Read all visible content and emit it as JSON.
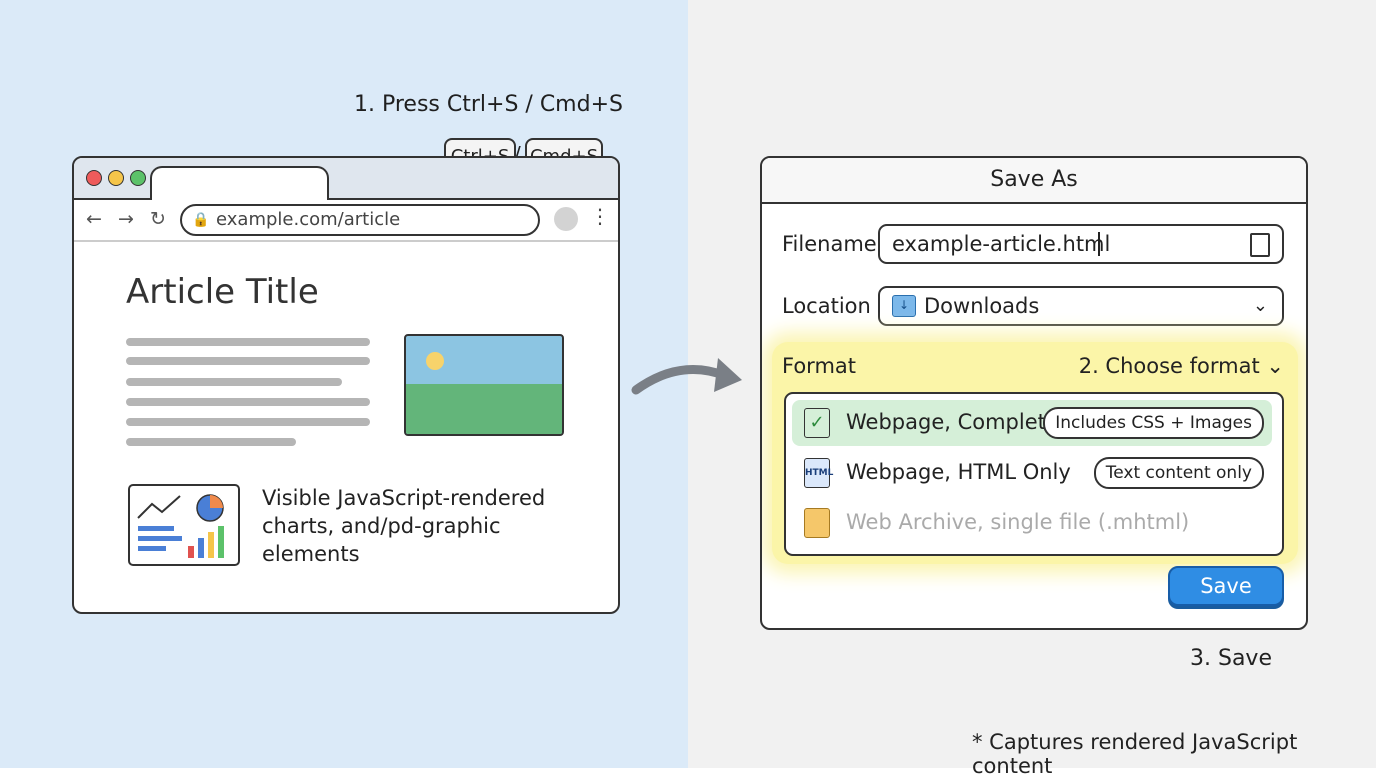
{
  "left": {
    "step1": "1. Press Ctrl+S / Cmd+S",
    "keys": [
      "Ctrl+S",
      "Cmd+S"
    ],
    "key_separator": "/",
    "browser": {
      "url": "example.com/article",
      "article_title": "Article Title",
      "viz_caption": "Visible JavaScript-rendered charts, and/pd-graphic elements"
    }
  },
  "dialog": {
    "title": "Save As",
    "filename_label": "Filename",
    "filename_value": "example-article.html",
    "location_label": "Location",
    "location_value": "Downloads",
    "format_label": "Format",
    "choose_format": "2. Choose format",
    "options": [
      {
        "label": "Webpage, Complete",
        "pill": "Includes CSS + Images",
        "selected": true,
        "icon": "check-document-icon"
      },
      {
        "label": "Webpage, HTML Only",
        "pill": "Text content only",
        "selected": false,
        "icon": "html-document-icon",
        "icon_text": "HTML"
      },
      {
        "label": "Web Archive, single file (.mhtml)",
        "pill": "",
        "selected": false,
        "icon": "folder-icon",
        "disabled": true
      }
    ],
    "save_label": "Save"
  },
  "step3": "3. Save",
  "footnote": "* Captures rendered JavaScript content",
  "colors": {
    "left_bg": "#dbeaf8",
    "right_bg": "#f1f1f1",
    "save_blue": "#2f8de4",
    "highlight_yellow": "#fbf5a8",
    "selected_green": "#d5efd8"
  }
}
